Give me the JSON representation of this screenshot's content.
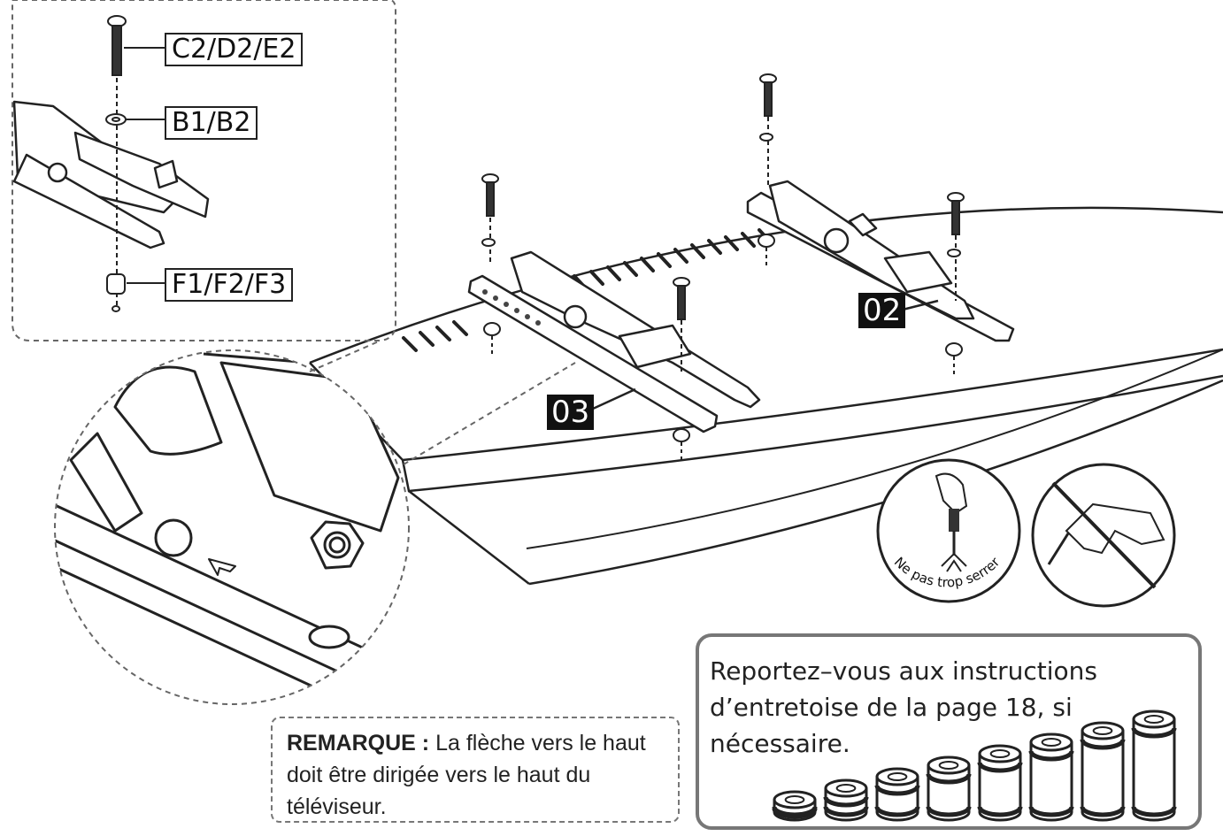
{
  "parts": {
    "screw": "C2/D2/E2",
    "washer": "B1/B2",
    "nut": "F1/F2/F3"
  },
  "steps": {
    "left_bracket": "03",
    "right_bracket": "02"
  },
  "tool_icons": {
    "screwdriver_caption": "Ne pas trop serrer",
    "power_drill": "no-power-drill-icon"
  },
  "note": {
    "label": "REMARQUE :",
    "text": "La flèche vers le haut doit être dirigée vers le haut du téléviseur."
  },
  "spacer_reference": {
    "text": "Reportez–vous aux instructions d’entretoise de la page 18, si nécessaire.",
    "spacer_count": 8
  }
}
